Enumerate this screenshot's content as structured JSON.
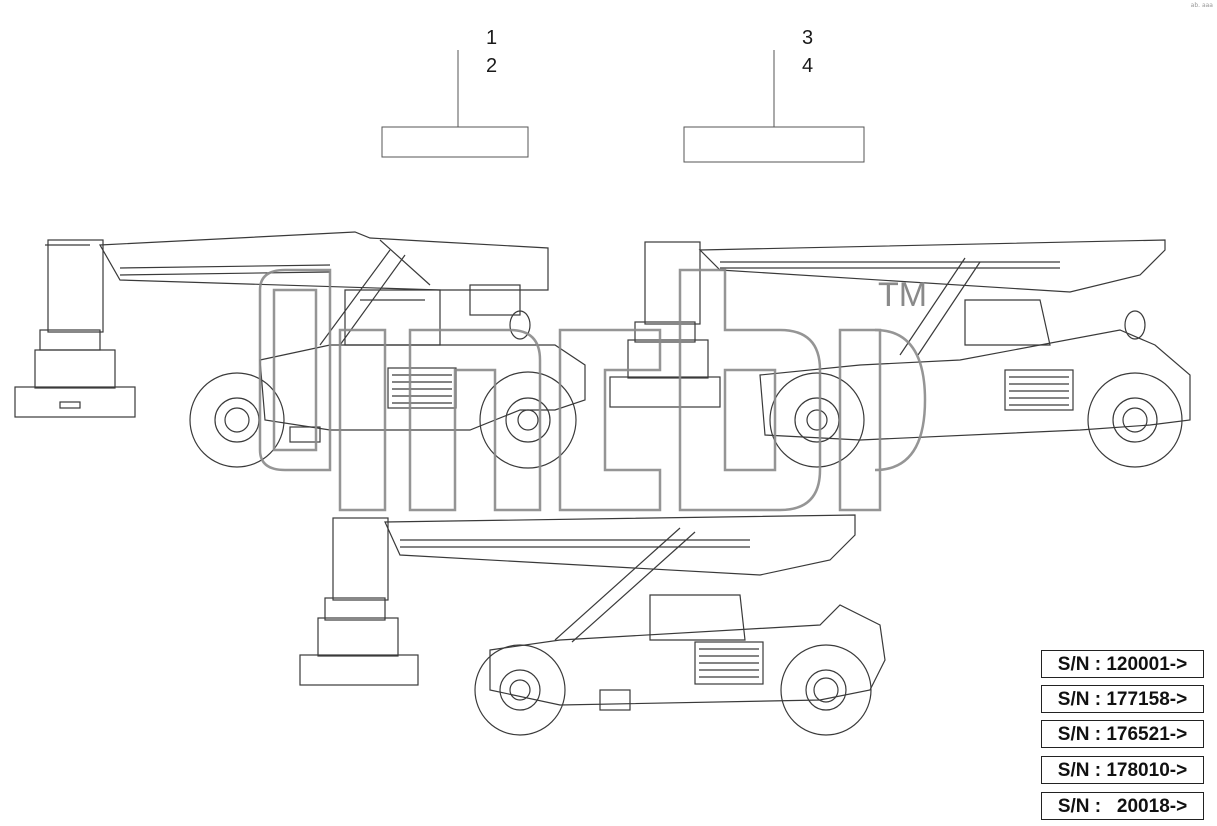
{
  "callouts": [
    "1",
    "2",
    "3",
    "4"
  ],
  "watermark": {
    "text": "TM",
    "color": "#8a8a8a"
  },
  "serial_numbers": [
    "S/N : 120001->",
    "S/N : 177158->",
    "S/N : 176521->",
    "S/N : 178010->",
    "S/N :   20018->"
  ],
  "corner_mark": "ab. aaa",
  "colors": {
    "line": "#3a3a3a",
    "label_box": "#555555"
  }
}
